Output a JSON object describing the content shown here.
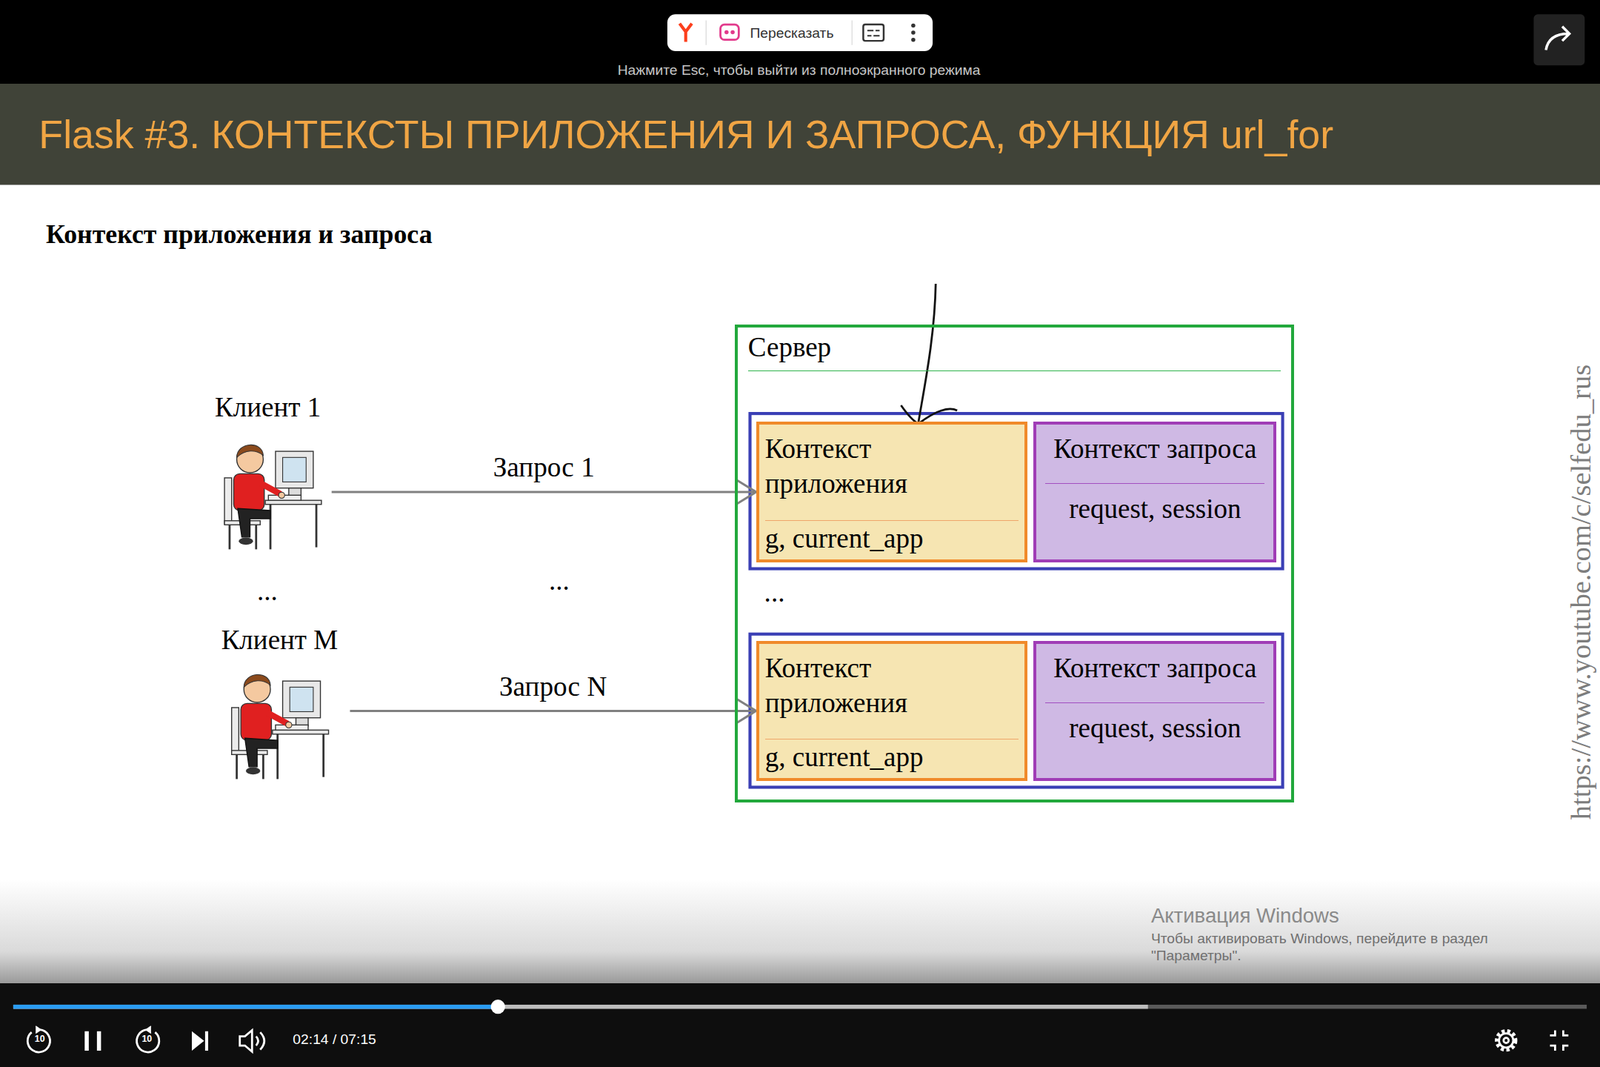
{
  "diagram": {
    "title": "Flask #3. КОНТЕКСТЫ ПРИЛОЖЕНИЯ И ЗАПРОСА, ФУНКЦИЯ url_for",
    "nodes": [
      {
        "text": [
          "Клиент 1"
        ]
      },
      {
        "text": [
          "Клиент M"
        ]
      },
      {
        "text": [
          "Сервер"
        ]
      },
      {
        "text": [
          "Контекст приложения",
          "g, current_app"
        ],
        "in": 2
      },
      {
        "text": [
          "Контекст запроса",
          "request, session"
        ],
        "in": 2
      },
      {
        "text": [
          "Контекст приложения",
          "g, current_app"
        ],
        "in": 2
      },
      {
        "text": [
          "Контекст запроса",
          "request, session"
        ],
        "in": 2
      }
    ],
    "edges": [
      {
        "from": 0,
        "to": 3,
        "label": "Запрос 1",
        "arrow": "to"
      },
      {
        "from": 1,
        "to": 5,
        "label": "Запрос N",
        "arrow": "to"
      }
    ],
    "labels": [
      "Пересказать",
      "Нажмите Esc, чтобы выйти из полноэкранного режима",
      "Контекст приложения и запроса",
      "...",
      "...",
      "...",
      "https://www.youtube.com/c/selfedu_rus",
      "Активация Windows",
      "Чтобы активировать Windows, перейдите в раздел \"Параметры\".",
      "10",
      "10",
      "02:14 / 07:15"
    ]
  }
}
